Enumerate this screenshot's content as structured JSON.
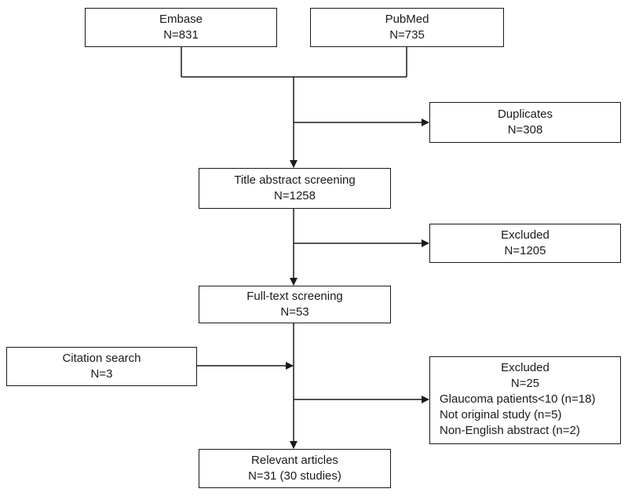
{
  "sources": {
    "embase": {
      "name": "Embase",
      "count": "N=831"
    },
    "pubmed": {
      "name": "PubMed",
      "count": "N=735"
    }
  },
  "duplicates": {
    "label": "Duplicates",
    "count": "N=308"
  },
  "title_abstract_screening": {
    "label": "Title abstract screening",
    "count": "N=1258"
  },
  "excluded_title_abstract": {
    "label": "Excluded",
    "count": "N=1205"
  },
  "full_text_screening": {
    "label": "Full-text screening",
    "count": "N=53"
  },
  "citation_search": {
    "label": "Citation search",
    "count": "N=3"
  },
  "excluded_full_text": {
    "label": "Excluded",
    "count": "N=25",
    "reasons": [
      "Glaucoma patients<10 (n=18)",
      "Not original study (n=5)",
      "Non-English abstract (n=2)"
    ]
  },
  "relevant_articles": {
    "label": "Relevant articles",
    "count": "N=31 (30 studies)"
  },
  "colors": {
    "stroke": "#1a1a1a",
    "background": "#ffffff"
  }
}
